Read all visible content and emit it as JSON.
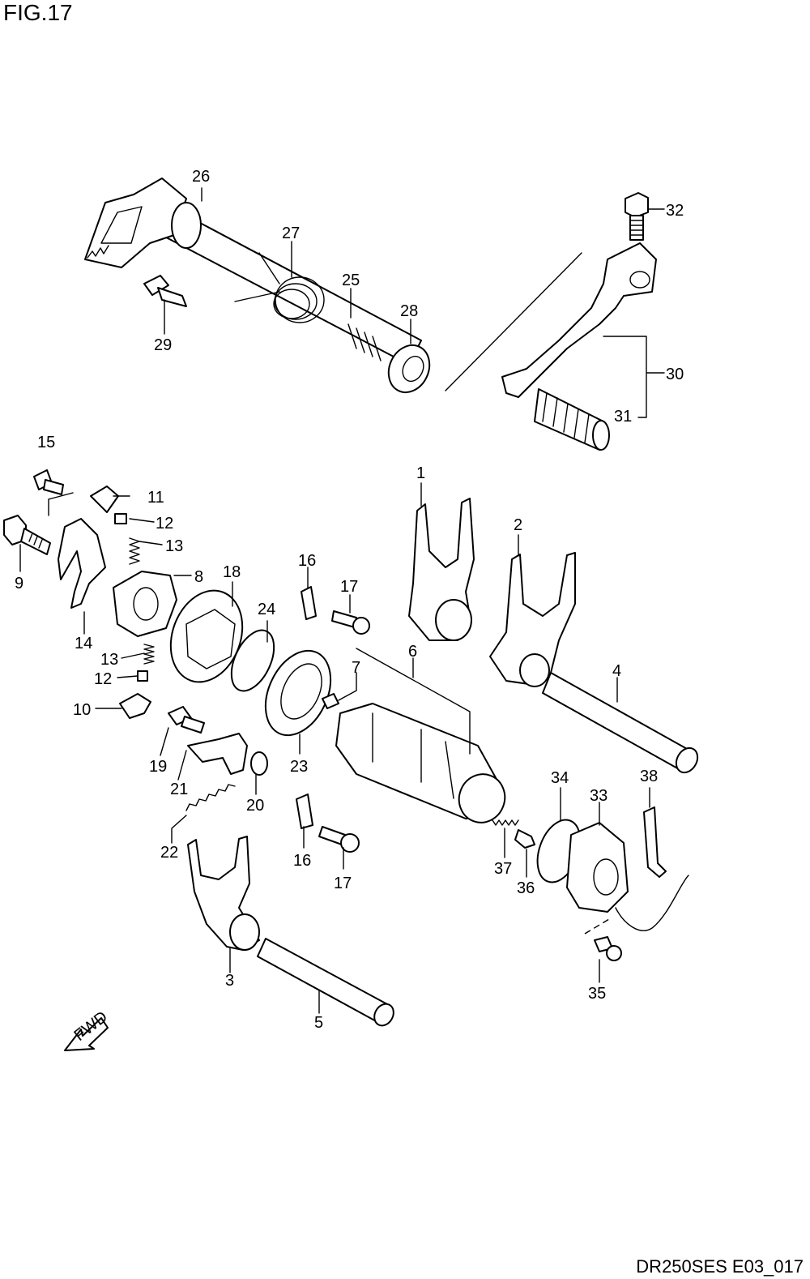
{
  "figure_title": "FIG.17",
  "footer_code": "DR250SES E03_017",
  "fwd_label": "FWD",
  "callouts": [
    {
      "id": "c1",
      "label": "1"
    },
    {
      "id": "c2",
      "label": "2"
    },
    {
      "id": "c3",
      "label": "3"
    },
    {
      "id": "c4",
      "label": "4"
    },
    {
      "id": "c5",
      "label": "5"
    },
    {
      "id": "c6",
      "label": "6"
    },
    {
      "id": "c7",
      "label": "7"
    },
    {
      "id": "c8",
      "label": "8"
    },
    {
      "id": "c9",
      "label": "9"
    },
    {
      "id": "c10",
      "label": "10"
    },
    {
      "id": "c11",
      "label": "11"
    },
    {
      "id": "c12a",
      "label": "12"
    },
    {
      "id": "c12b",
      "label": "12"
    },
    {
      "id": "c13a",
      "label": "13"
    },
    {
      "id": "c13b",
      "label": "13"
    },
    {
      "id": "c14",
      "label": "14"
    },
    {
      "id": "c15",
      "label": "15"
    },
    {
      "id": "c16a",
      "label": "16"
    },
    {
      "id": "c16b",
      "label": "16"
    },
    {
      "id": "c17a",
      "label": "17"
    },
    {
      "id": "c17b",
      "label": "17"
    },
    {
      "id": "c18",
      "label": "18"
    },
    {
      "id": "c19",
      "label": "19"
    },
    {
      "id": "c20",
      "label": "20"
    },
    {
      "id": "c21",
      "label": "21"
    },
    {
      "id": "c22",
      "label": "22"
    },
    {
      "id": "c23",
      "label": "23"
    },
    {
      "id": "c24",
      "label": "24"
    },
    {
      "id": "c25",
      "label": "25"
    },
    {
      "id": "c26",
      "label": "26"
    },
    {
      "id": "c27",
      "label": "27"
    },
    {
      "id": "c28",
      "label": "28"
    },
    {
      "id": "c29",
      "label": "29"
    },
    {
      "id": "c30",
      "label": "30"
    },
    {
      "id": "c31",
      "label": "31"
    },
    {
      "id": "c32",
      "label": "32"
    },
    {
      "id": "c33",
      "label": "33"
    },
    {
      "id": "c34",
      "label": "34"
    },
    {
      "id": "c35",
      "label": "35"
    },
    {
      "id": "c36",
      "label": "36"
    },
    {
      "id": "c37",
      "label": "37"
    },
    {
      "id": "c38",
      "label": "38"
    }
  ]
}
